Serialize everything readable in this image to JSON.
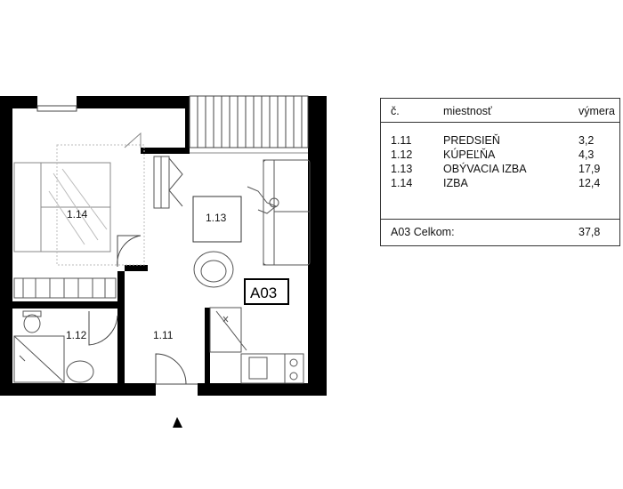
{
  "apartment": {
    "code": "A03",
    "rooms": [
      {
        "no": "1.11",
        "label": "1.11"
      },
      {
        "no": "1.12",
        "label": "1.12"
      },
      {
        "no": "1.13",
        "label": "1.13"
      },
      {
        "no": "1.14",
        "label": "1.14"
      }
    ]
  },
  "legend": {
    "headers": {
      "no": "č.",
      "name": "miestnosť",
      "area": "výmera"
    },
    "rows": [
      {
        "no": "1.11",
        "name": "PREDSIEŇ",
        "area": "3,2"
      },
      {
        "no": "1.12",
        "name": "KÚPEĽŇA",
        "area": "4,3"
      },
      {
        "no": "1.13",
        "name": "OBÝVACIA IZBA",
        "area": "17,9"
      },
      {
        "no": "1.14",
        "name": "IZBA",
        "area": "12,4"
      }
    ],
    "total": {
      "label": "A03 Celkom:",
      "area": "37,8"
    }
  },
  "icons": {
    "entrance": "entrance-arrow-icon",
    "bed": "bed-icon",
    "sofa": "sofa-icon",
    "armchair": "armchair-icon",
    "table": "table-icon",
    "toilet": "toilet-icon",
    "shower": "shower-icon",
    "sink": "sink-icon",
    "stove": "stove-icon",
    "wardrobe": "wardrobe-icon"
  },
  "colors": {
    "wall": "#000000",
    "line": "#555555",
    "furniture": "#8a8a8a"
  }
}
